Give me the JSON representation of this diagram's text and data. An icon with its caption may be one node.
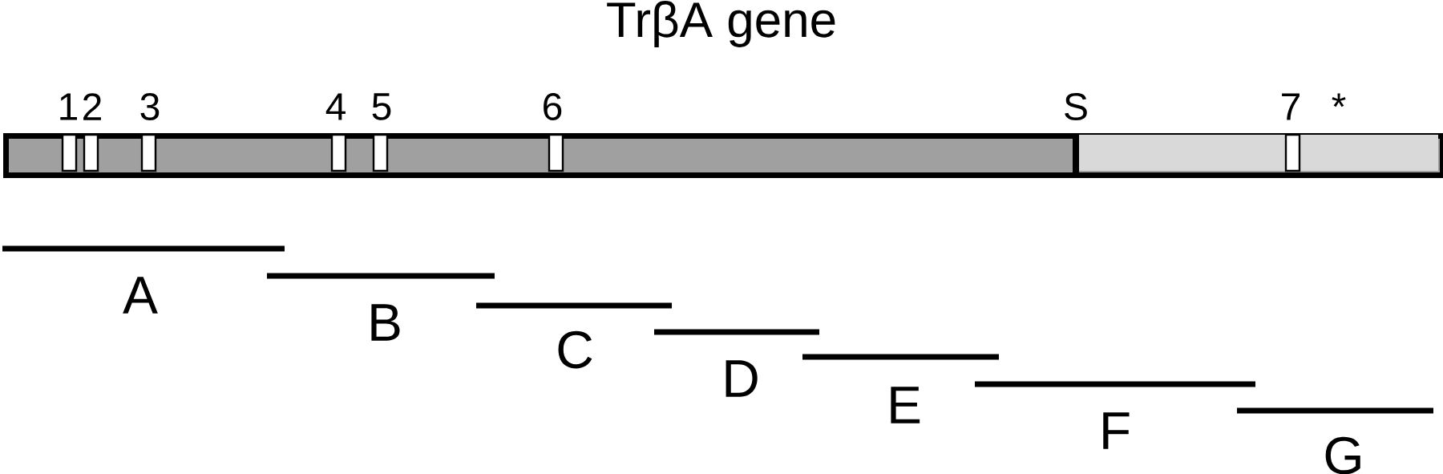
{
  "diagram": {
    "title": "TrβA gene",
    "nodes": [
      {
        "text": [],
        "shape": "bar",
        "beside": [
          "1",
          "2",
          "3",
          "4",
          "5",
          "6",
          "S",
          "7",
          "*"
        ]
      },
      {
        "text": [
          "A"
        ]
      },
      {
        "text": [
          "B"
        ]
      },
      {
        "text": [
          "C"
        ]
      },
      {
        "text": [
          "D"
        ]
      },
      {
        "text": [
          "E"
        ]
      },
      {
        "text": [
          "F"
        ]
      },
      {
        "text": [
          "G"
        ]
      }
    ]
  }
}
